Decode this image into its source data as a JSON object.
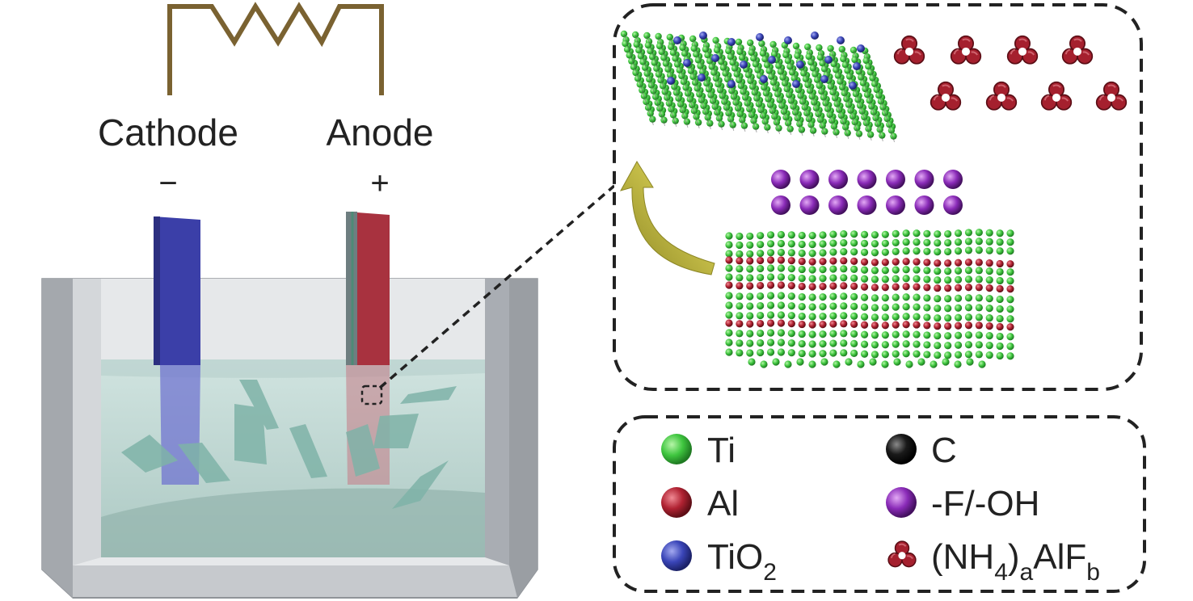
{
  "circuit": {
    "cathode_label": "Cathode",
    "cathode_sign": "−",
    "anode_label": "Anode",
    "anode_sign": "+"
  },
  "legend": {
    "items": [
      {
        "label": "Ti",
        "sub": "",
        "sub2": "",
        "tail": "",
        "color": "#3fc63f",
        "icon": "sphere"
      },
      {
        "label": "C",
        "sub": "",
        "sub2": "",
        "tail": "",
        "color": "#111111",
        "icon": "sphere"
      },
      {
        "label": "Al",
        "sub": "",
        "sub2": "",
        "tail": "",
        "color": "#b02232",
        "icon": "sphere"
      },
      {
        "label": "-F/-OH",
        "sub": "",
        "sub2": "",
        "tail": "",
        "color": "#8a2bb8",
        "icon": "sphere"
      },
      {
        "label": "TiO",
        "sub": "2",
        "sub2": "",
        "tail": "",
        "color": "#3a45b8",
        "icon": "sphere"
      },
      {
        "label": "(NH",
        "sub": "4",
        "mid": ")",
        "sub2": "a",
        "tail": "AlF",
        "sub3": "b",
        "color": "#b02232",
        "icon": "trefoil"
      }
    ]
  },
  "colors": {
    "wire": "#7a6231",
    "cathode_electrode": "#3b3fa8",
    "anode_electrode": "#a8323f",
    "titanium": "#3fc63f",
    "aluminium": "#b02232",
    "tio2": "#3a45b8",
    "terminal_groups": "#8a2bb8",
    "arrow": "#b9b13a",
    "flakes": "#7fb3a8",
    "tank": "#b8bcc2"
  }
}
